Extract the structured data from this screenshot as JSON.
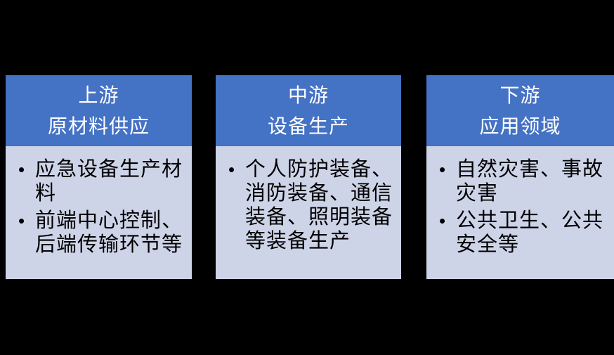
{
  "diagram": {
    "description": "industry-chain-three-stage-diagram",
    "columns": [
      {
        "id": "upstream",
        "stage": "上游",
        "subtitle": "原材料供应",
        "bullets": [
          "应急设备生产材料",
          "前端中心控制、后端传输环节等"
        ]
      },
      {
        "id": "midstream",
        "stage": "中游",
        "subtitle": "设备生产",
        "bullets": [
          "个人防护装备、消防装备、通信装备、照明装备等装备生产"
        ]
      },
      {
        "id": "downstream",
        "stage": "下游",
        "subtitle": "应用领域",
        "bullets": [
          "自然灾害、事故灾害",
          "公共卫生、公共安全等"
        ]
      }
    ],
    "colors": {
      "page_bg": "#000000",
      "header_bg": "#4472C4",
      "header_text": "#FFFFFF",
      "body_bg": "#CED4E8",
      "body_text": "#000000"
    }
  }
}
